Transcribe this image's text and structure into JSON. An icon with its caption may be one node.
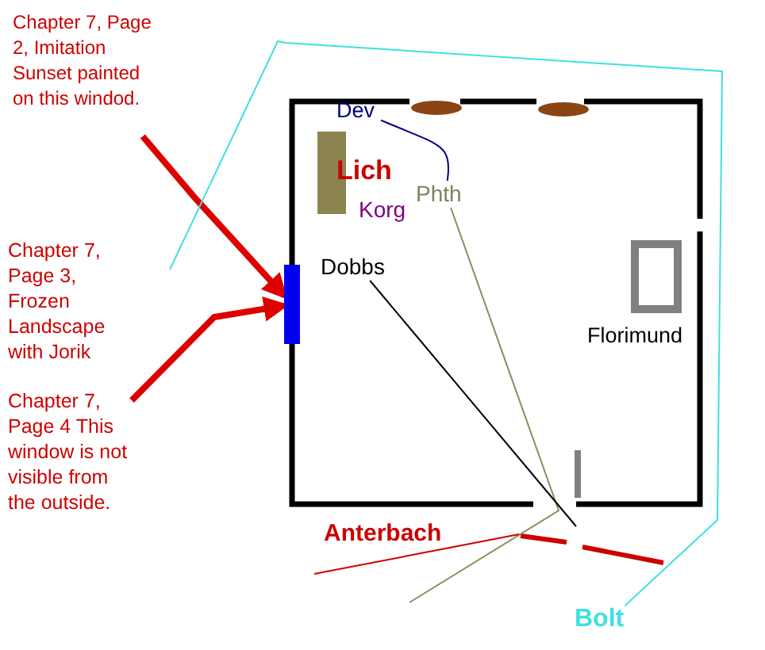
{
  "diagram": {
    "nodes": [
      {
        "text": [
          "Chapter 7, Page 2, Imitation Sunset painted on this windod."
        ]
      },
      {
        "text": [
          "Dev"
        ]
      },
      {
        "text": [
          "Lich"
        ]
      },
      {
        "text": [
          "Phth"
        ]
      },
      {
        "text": [
          "Korg"
        ]
      },
      {
        "text": [
          "Chapter 7, Page 3, Frozen Landscape with Jorik"
        ]
      },
      {
        "text": [],
        "shape": "bar"
      },
      {
        "text": [
          "Dobbs"
        ]
      },
      {
        "text": [
          "Florimund"
        ]
      },
      {
        "text": [
          "Chapter 7, Page 4 This window is not visible from the outside."
        ]
      },
      {
        "text": [
          "Anterbach"
        ]
      },
      {
        "text": [
          "Bolt"
        ]
      }
    ],
    "edges": [
      {
        "from": 0,
        "to": 6,
        "arrow": "to",
        "style": "thick",
        "color": "#dd0000"
      },
      {
        "from": 9,
        "to": 6,
        "arrow": "to",
        "style": "thick",
        "color": "#dd0000"
      },
      {
        "from": 1,
        "to": 3,
        "arrow": "none",
        "color": "#000080"
      },
      {
        "from": 3,
        "to": null,
        "arrow": "none",
        "color": "#8b8b5a"
      },
      {
        "from": 7,
        "to": null,
        "arrow": "none",
        "color": "#000000"
      },
      {
        "from": 10,
        "to": null,
        "arrow": "none",
        "color": "#cc0000"
      },
      {
        "from": 11,
        "to": null,
        "arrow": "none",
        "color": "#40e0e0"
      }
    ]
  }
}
